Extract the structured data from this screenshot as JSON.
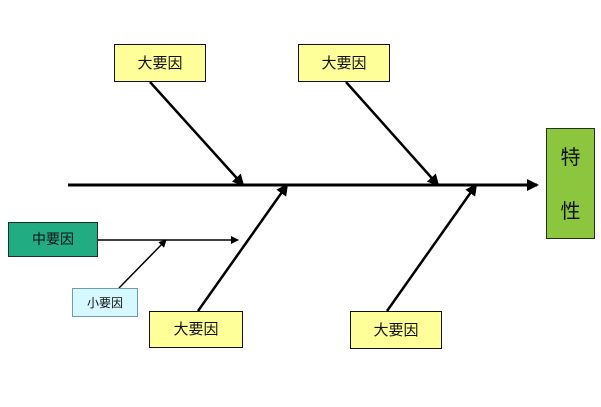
{
  "diagram": {
    "effect": {
      "chars": [
        "特",
        "性"
      ],
      "fill": "#8cc63f"
    },
    "major_causes": [
      {
        "label": "大要因"
      },
      {
        "label": "大要因"
      },
      {
        "label": "大要因"
      },
      {
        "label": "大要因"
      }
    ],
    "medium_cause": {
      "label": "中要因",
      "fill": "#21ac82"
    },
    "minor_cause": {
      "label": "小要因",
      "fill": "#d6f8ff"
    },
    "major_fill": "#ffff99",
    "line_color": "#000000"
  }
}
